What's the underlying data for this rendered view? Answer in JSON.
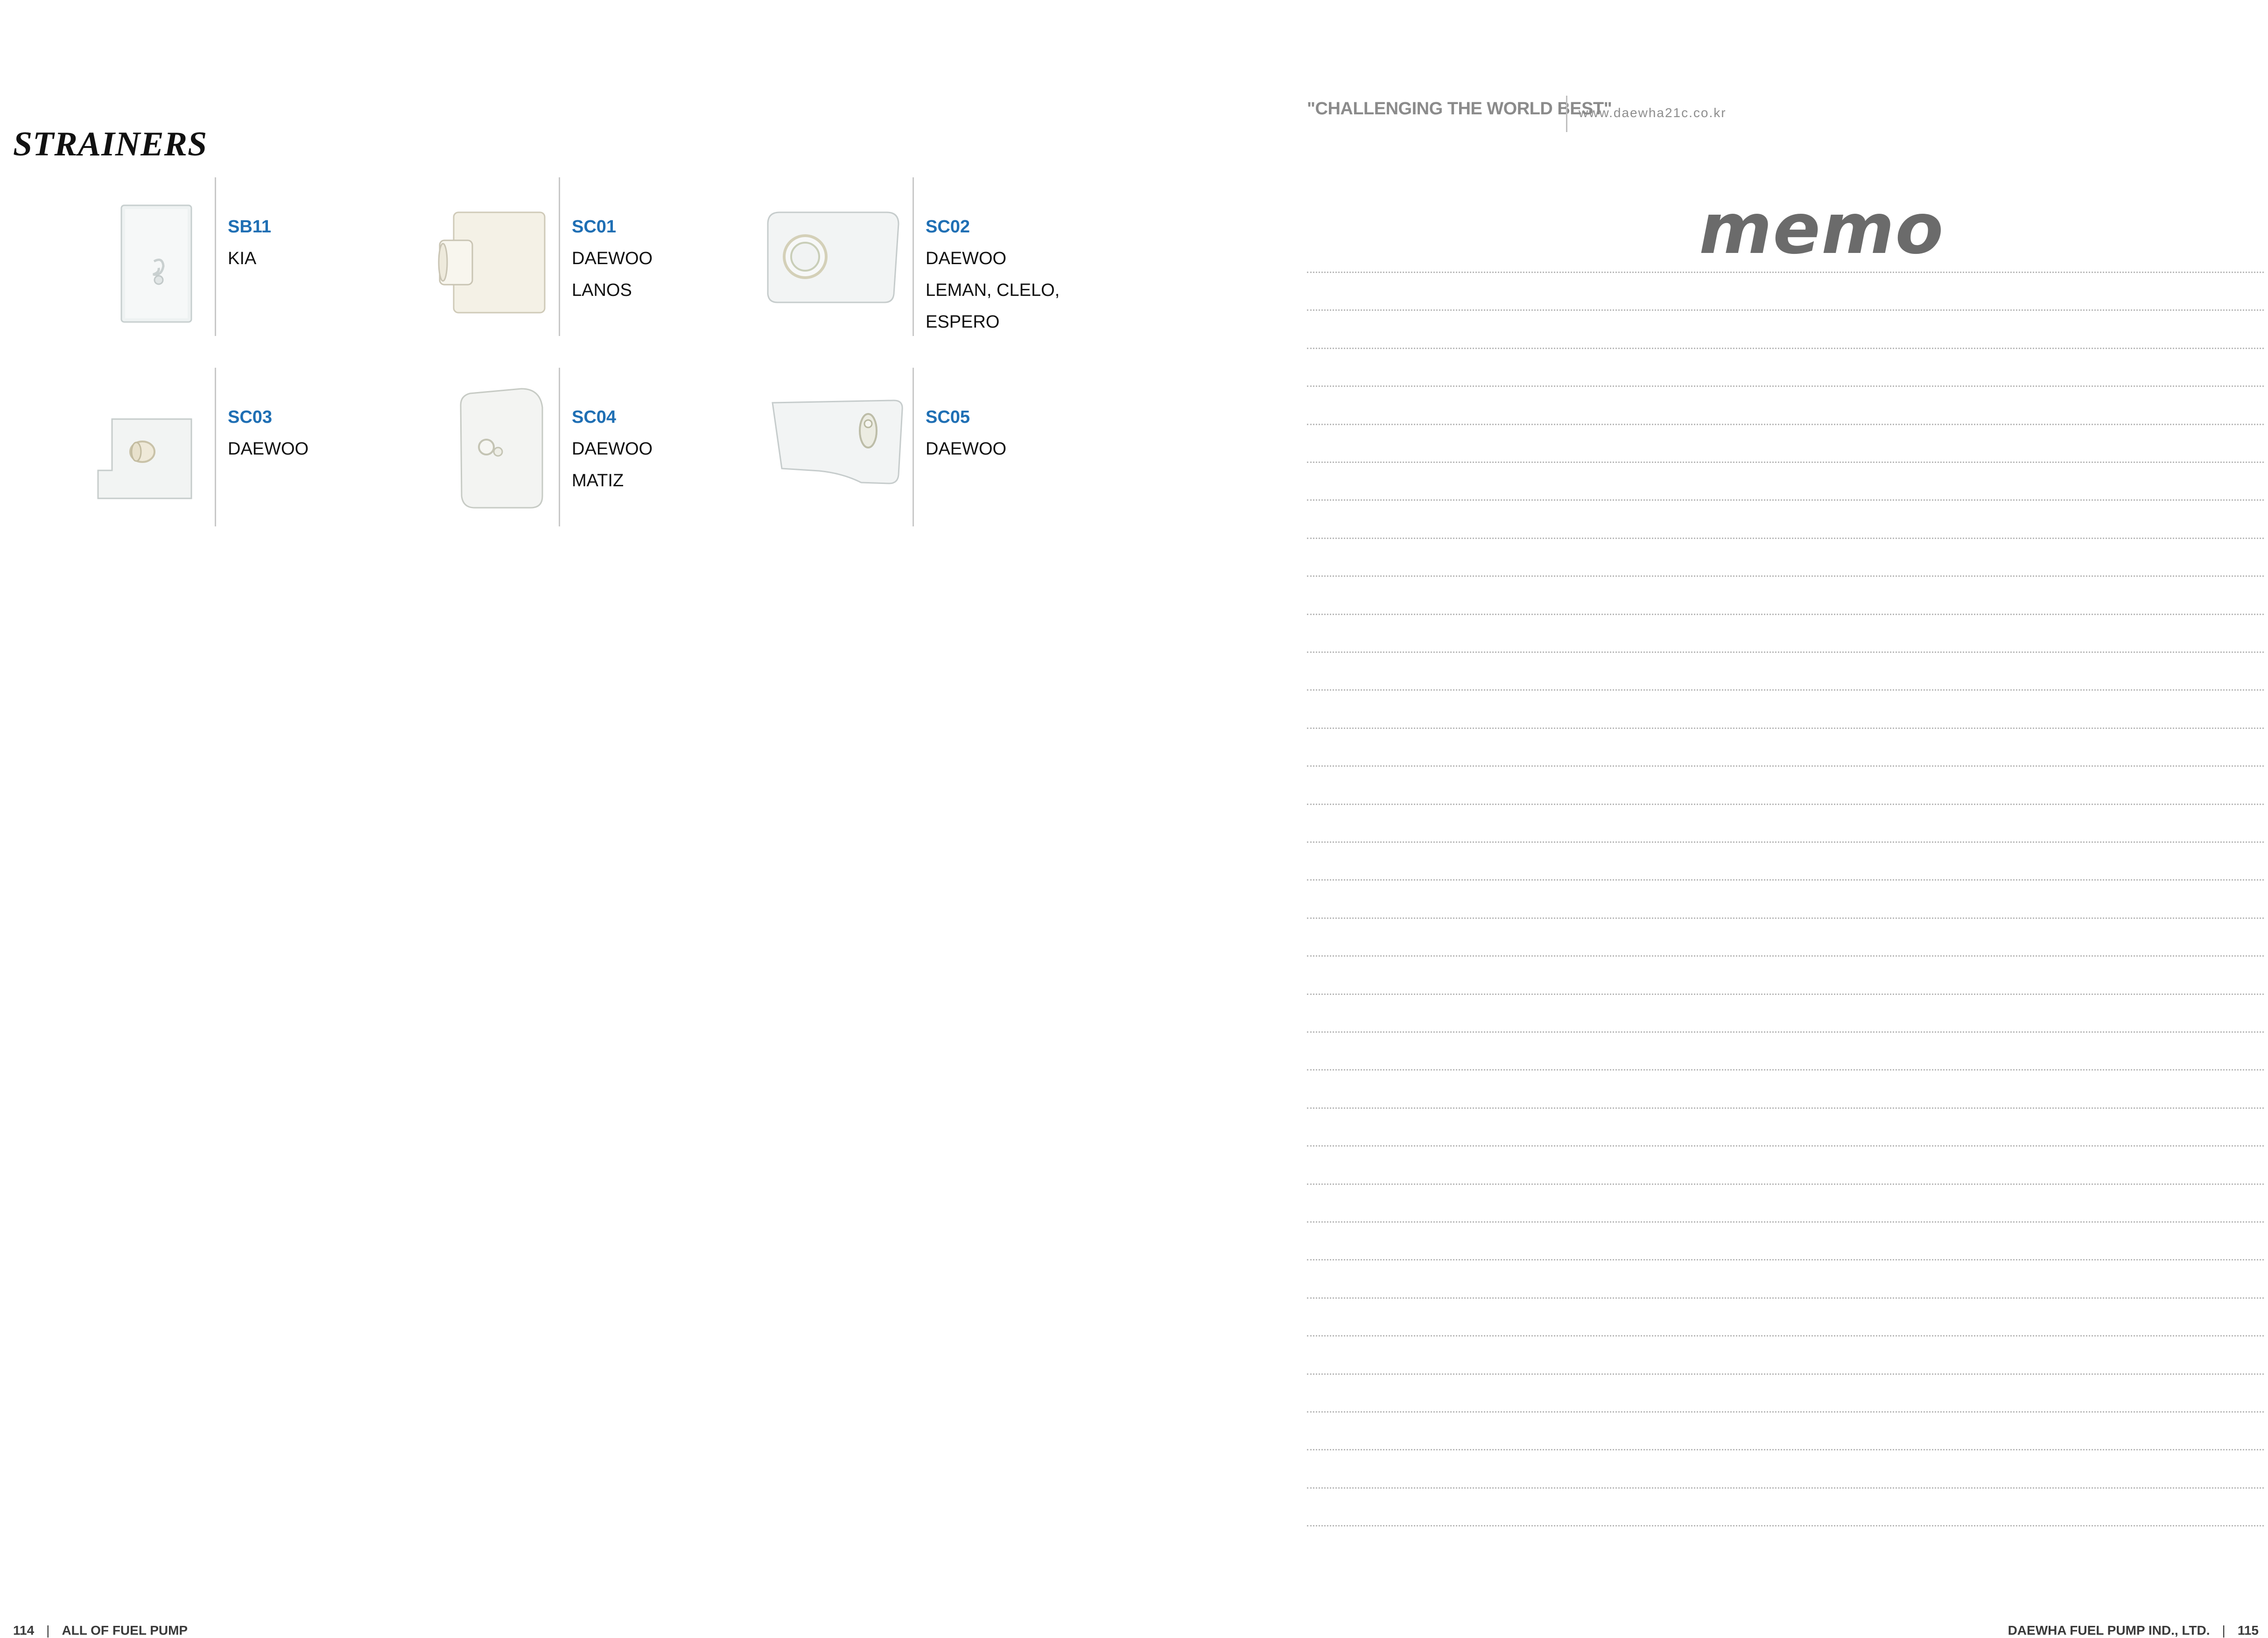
{
  "left_page": {
    "section_title": "STRAINERS",
    "products": [
      {
        "code": "SB11",
        "lines": [
          "KIA"
        ]
      },
      {
        "code": "SC01",
        "lines": [
          "DAEWOO",
          "LANOS"
        ]
      },
      {
        "code": "SC02",
        "lines": [
          "DAEWOO",
          "LEMAN, CLELO,",
          "ESPERO"
        ]
      },
      {
        "code": "SC03",
        "lines": [
          "DAEWOO"
        ]
      },
      {
        "code": "SC04",
        "lines": [
          "DAEWOO",
          "MATIZ"
        ]
      },
      {
        "code": "SC05",
        "lines": [
          "DAEWOO"
        ]
      }
    ],
    "footer": {
      "page_number": "114",
      "separator": "|",
      "text": "ALL OF FUEL PUMP"
    }
  },
  "right_page": {
    "slogan": "\"CHALLENGING THE WORLD BEST\"",
    "website": "www.daewha21c.co.kr",
    "memo_title": "memo",
    "footer": {
      "text": "DAEWHA FUEL PUMP IND., LTD.",
      "separator": "|",
      "page_number": "115"
    }
  },
  "colors": {
    "product_code": "#1f6fb4",
    "slogan": "#8b8b8b",
    "memo_title": "#6b6b6b",
    "rule_lines": "#b9b9b9"
  }
}
